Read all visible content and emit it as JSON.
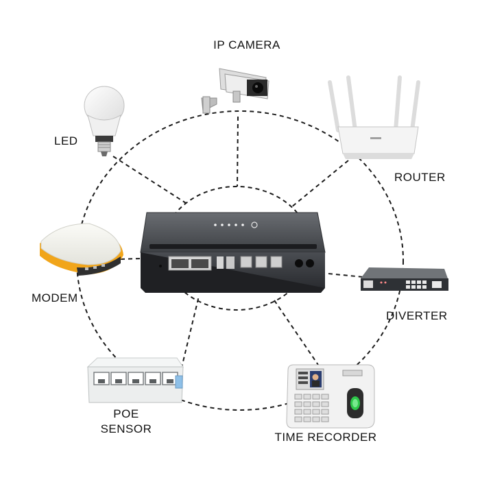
{
  "devices": {
    "ip_camera": {
      "label": "IP CAMERA"
    },
    "led": {
      "label": "LED"
    },
    "router": {
      "label": "ROUTER"
    },
    "modem": {
      "label": "MODEM"
    },
    "diverter": {
      "label": "DIVERTER"
    },
    "poe_sensor": {
      "label_line1": "POE",
      "label_line2": "SENSOR"
    },
    "time_recorder": {
      "label": "TIME RECORDER"
    }
  }
}
